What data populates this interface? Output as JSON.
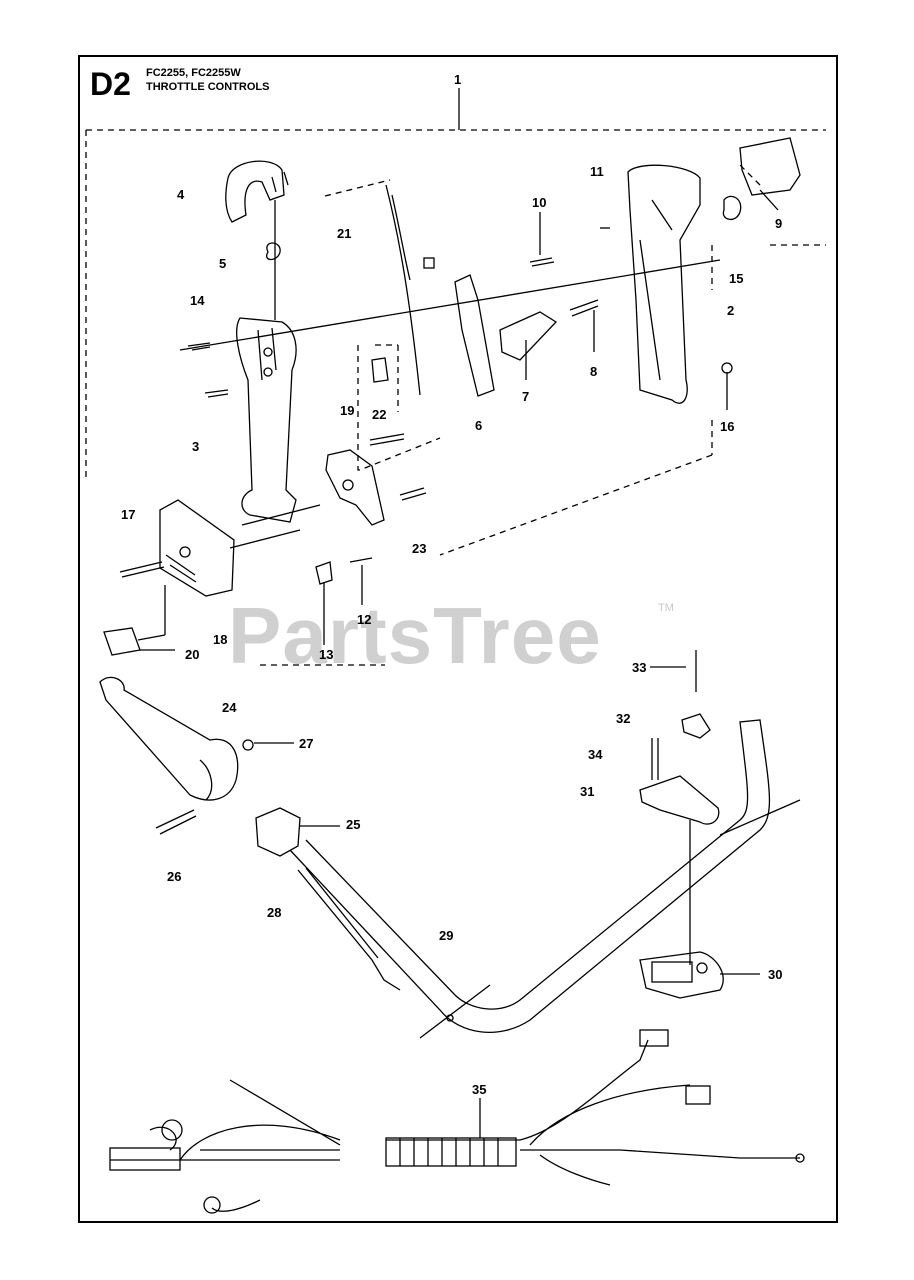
{
  "header": {
    "sheet_code": "D2",
    "models": "FC2255, FC2255W",
    "title": "THROTTLE CONTROLS"
  },
  "watermark": {
    "text": "PartsTree",
    "trademark": "TM"
  },
  "callouts": [
    "1",
    "2",
    "3",
    "4",
    "5",
    "6",
    "7",
    "8",
    "9",
    "10",
    "11",
    "12",
    "13",
    "14",
    "15",
    "16",
    "17",
    "18",
    "19",
    "20",
    "21",
    "22",
    "23",
    "24",
    "25",
    "26",
    "27",
    "28",
    "29",
    "30",
    "31",
    "32",
    "33",
    "34",
    "35"
  ],
  "colors": {
    "line": "#000000",
    "watermark": "#d0d0d0"
  }
}
